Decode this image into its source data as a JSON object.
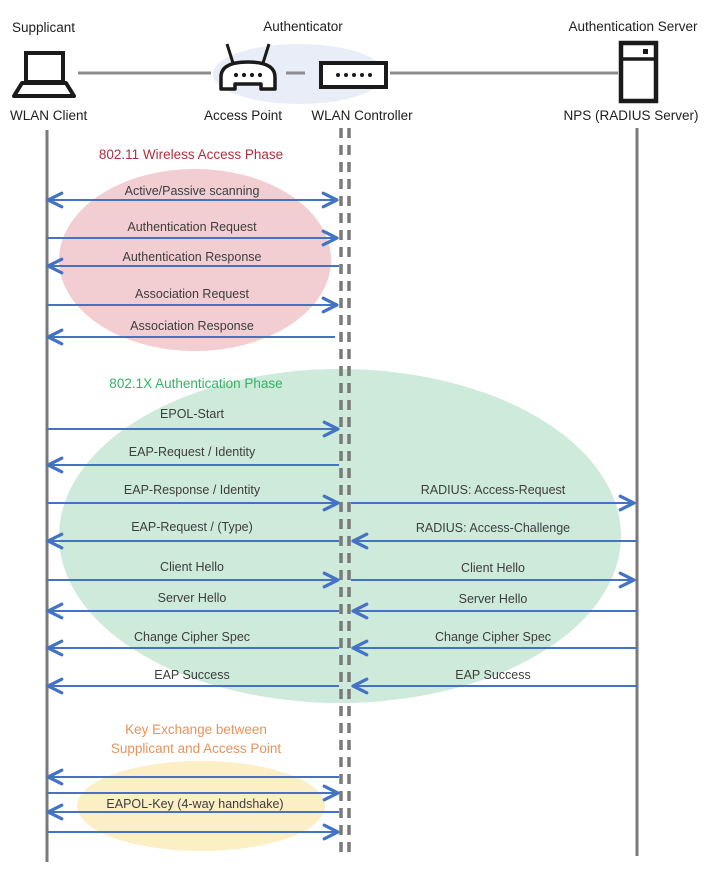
{
  "header": {
    "supplicant": {
      "role": "Supplicant",
      "name": "WLAN Client"
    },
    "authenticator": {
      "role": "Authenticator",
      "ap_name": "Access Point",
      "controller_name": "WLAN Controller"
    },
    "auth_server": {
      "role": "Authentication Server",
      "name": "NPS (RADIUS Server)"
    }
  },
  "phases": {
    "wireless_access": {
      "title": "802.11 Wireless Access Phase",
      "color": "#B12F3F",
      "ellipse_color": "#F2CED3"
    },
    "authentication": {
      "title": "802.1X Authentication Phase",
      "color": "#35B267",
      "ellipse_color": "#CEEADB"
    },
    "key_exchange": {
      "title_line1": "Key Exchange between",
      "title_line2": "Supplicant and Access Point",
      "color": "#E2955E",
      "ellipse_color": "#FCEEC5"
    }
  },
  "messages": {
    "scanning": "Active/Passive scanning",
    "auth_request": "Authentication Request",
    "auth_response": "Authentication Response",
    "assoc_request": "Association Request",
    "assoc_response": "Association Response",
    "epol_start": "EPOL-Start",
    "eap_request_identity": "EAP-Request / Identity",
    "eap_response_identity": "EAP-Response / Identity",
    "eap_request_type": "EAP-Request / (Type)",
    "radius_access_request": "RADIUS: Access-Request",
    "radius_access_challenge": "RADIUS: Access-Challenge",
    "client_hello": "Client Hello",
    "server_hello": "Server Hello",
    "change_cipher_spec": "Change Cipher Spec",
    "eap_success": "EAP Success",
    "eapol_key": "EAPOL-Key (4-way handshake)"
  },
  "colors": {
    "arrow": "#4472C4",
    "lifeline": "#7A7A7A",
    "connector": "#8C8C8C",
    "icon_stroke": "#1A1A1A",
    "authenticator_ellipse": "#E9EDF8",
    "message_text": "#3D3D3D",
    "header_text": "#202020"
  }
}
